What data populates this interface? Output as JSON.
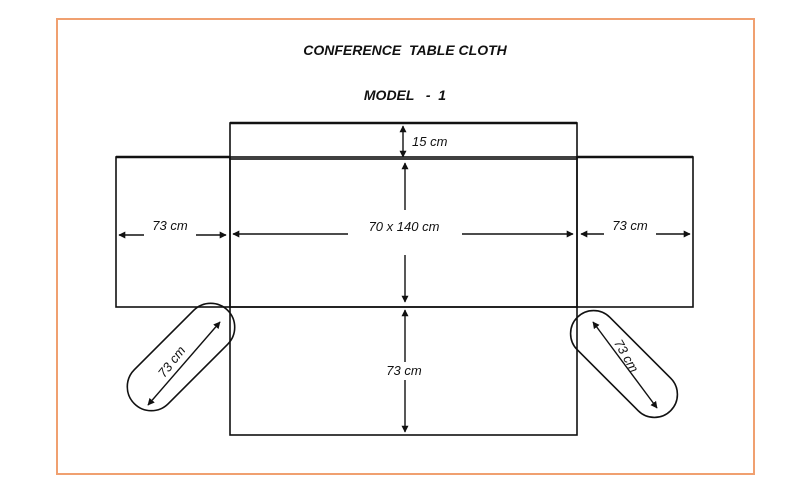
{
  "title": "CONFERENCE  TABLE CLOTH",
  "subtitle": "MODEL   -  1",
  "dimensions": {
    "top_flap": "15 cm",
    "center": "70 x 140 cm",
    "left_side": "73 cm",
    "right_side": "73 cm",
    "bottom_drop": "73 cm",
    "left_leg": "73 cm",
    "right_leg": "73 cm"
  },
  "colors": {
    "frame": "#f0a070",
    "line": "#111111",
    "background": "#ffffff"
  }
}
